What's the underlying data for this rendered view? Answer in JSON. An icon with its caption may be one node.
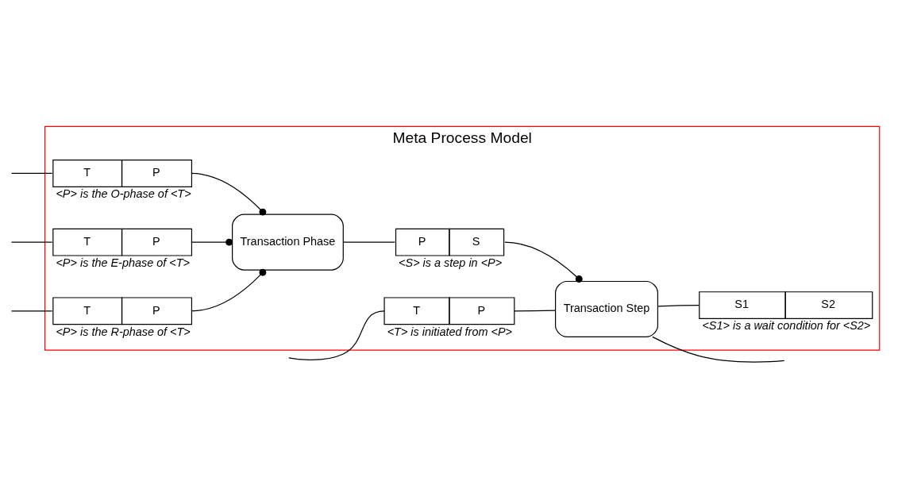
{
  "diagram": {
    "nodes": [
      {
        "text": [
          "Meta Process Model"
        ]
      },
      {
        "text": [
          "T",
          "P"
        ],
        "beside": [
          "<T> is initiated from <P>"
        ],
        "in": 0
      },
      {
        "text": [
          "T",
          "P"
        ],
        "beside": [
          "<P> is the O-phase of <T>"
        ],
        "in": 0
      },
      {
        "text": [
          "T",
          "P"
        ],
        "beside": [
          "<P> is the E-phase of <T>"
        ],
        "in": 0
      },
      {
        "text": [
          "T",
          "P"
        ],
        "beside": [
          "<P> is the R-phase of <T>"
        ],
        "in": 0
      },
      {
        "text": [
          "Transaction Phase"
        ],
        "in": 0
      },
      {
        "text": [
          "P",
          "S"
        ],
        "beside": [
          "<S> is a step in <P>"
        ],
        "in": 0
      },
      {
        "text": [
          "Transaction Step"
        ],
        "in": 0
      },
      {
        "text": [
          "S1",
          "S2"
        ],
        "beside": [
          "<S1> is a wait condition for <S2>"
        ],
        "in": 0
      }
    ],
    "edges": [
      {
        "from": null,
        "to": 1,
        "arrow": "none"
      },
      {
        "from": null,
        "to": 2,
        "arrow": "none"
      },
      {
        "from": null,
        "to": 3,
        "arrow": "none"
      },
      {
        "from": null,
        "to": 4,
        "arrow": "none"
      },
      {
        "from": 1,
        "to": 7,
        "arrow": "none"
      },
      {
        "from": 2,
        "to": 5,
        "arrow": "other"
      },
      {
        "from": 3,
        "to": 5,
        "arrow": "other"
      },
      {
        "from": 4,
        "to": 5,
        "arrow": "other"
      },
      {
        "from": 5,
        "to": 6,
        "arrow": "none"
      },
      {
        "from": 6,
        "to": 7,
        "arrow": "other"
      },
      {
        "from": 7,
        "to": 8,
        "arrow": "none"
      },
      {
        "from": 7,
        "to": null,
        "arrow": "none"
      }
    ]
  }
}
